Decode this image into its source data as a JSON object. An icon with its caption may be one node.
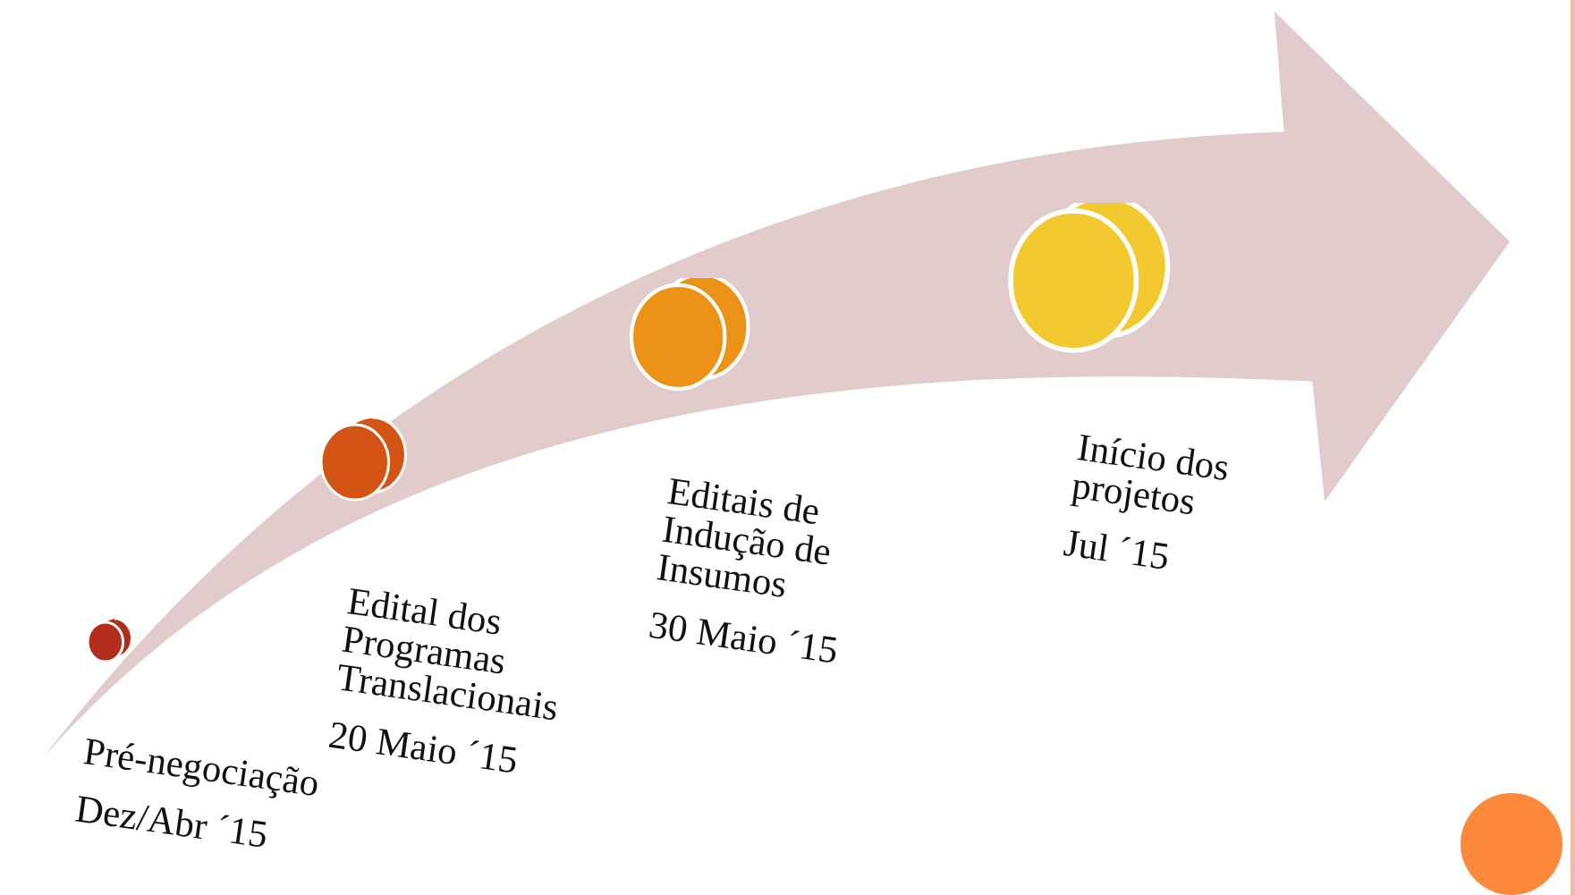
{
  "diagram": {
    "nodes": [
      {
        "text": [],
        "shape": "cylinder",
        "beside": [
          "Pré-negociação",
          "Dez/Abr ´15"
        ]
      },
      {
        "text": [],
        "shape": "cylinder",
        "beside": [
          "Edital dos Programas Translacionais",
          "20 Maio ´15"
        ]
      },
      {
        "text": [],
        "shape": "cylinder",
        "beside": [
          "Editais de Indução de Insumos",
          "30 Maio ´15"
        ]
      },
      {
        "text": [],
        "shape": "cylinder",
        "beside": [
          "Início dos projetos",
          "Jul ´15"
        ]
      }
    ]
  }
}
